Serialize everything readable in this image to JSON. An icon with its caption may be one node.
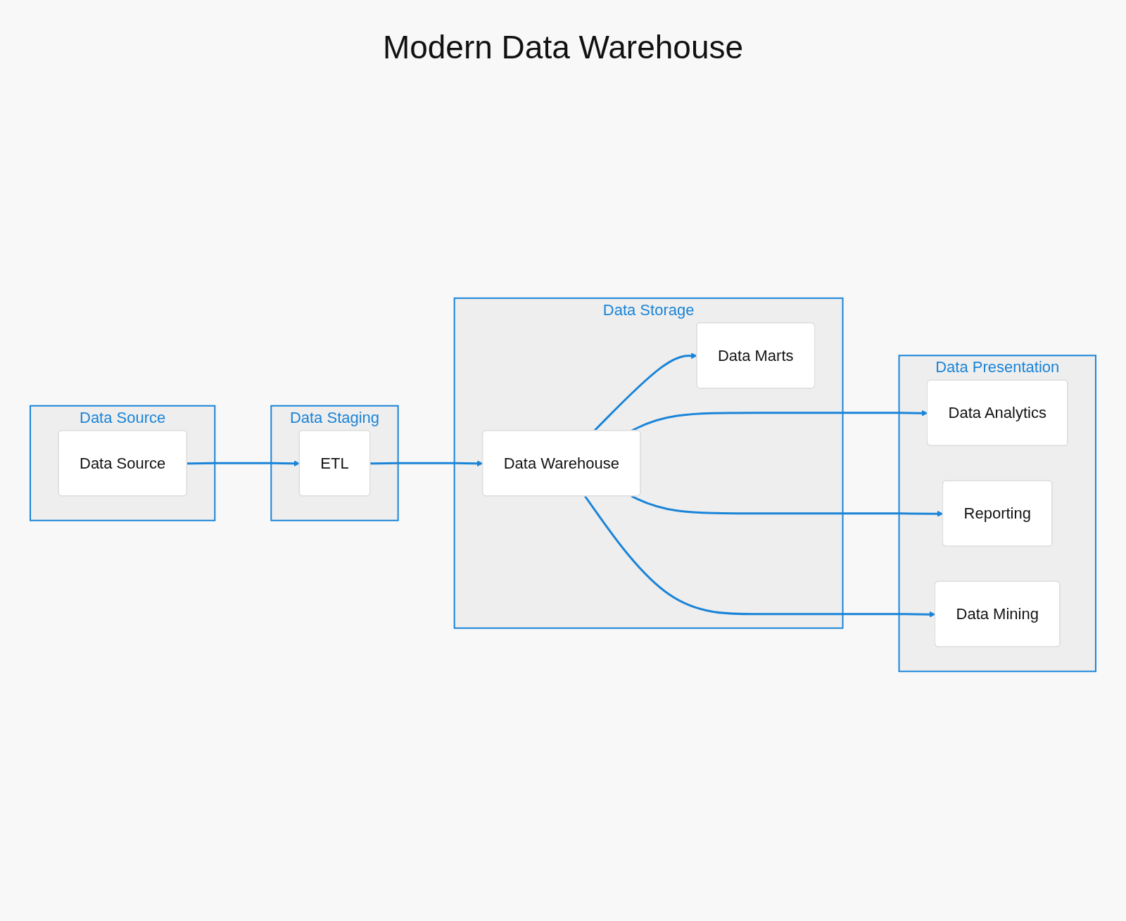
{
  "diagram": {
    "title": "Modern Data Warehouse",
    "nodes": [
      {
        "text": [
          "Data Source"
        ]
      },
      {
        "text": [
          "Data Source"
        ],
        "in": 0
      },
      {
        "text": [
          "Data Staging"
        ]
      },
      {
        "text": [
          "ETL"
        ],
        "in": 2
      },
      {
        "text": [
          "Data Storage"
        ]
      },
      {
        "text": [
          "Data Warehouse"
        ],
        "in": 4
      },
      {
        "text": [
          "Data Marts"
        ],
        "in": 4
      },
      {
        "text": [
          "Data Presentation"
        ]
      },
      {
        "text": [
          "Data Analytics"
        ],
        "in": 7
      },
      {
        "text": [
          "Reporting"
        ],
        "in": 7
      },
      {
        "text": [
          "Data Mining"
        ],
        "in": 7
      }
    ],
    "edges": [
      {
        "from": 1,
        "to": 3,
        "arrow": "to"
      },
      {
        "from": 3,
        "to": 5,
        "arrow": "to"
      },
      {
        "from": 5,
        "to": 6,
        "arrow": "to"
      },
      {
        "from": 5,
        "to": 8,
        "arrow": "to"
      },
      {
        "from": 5,
        "to": 9,
        "arrow": "to"
      },
      {
        "from": 5,
        "to": 10,
        "arrow": "to"
      }
    ]
  }
}
